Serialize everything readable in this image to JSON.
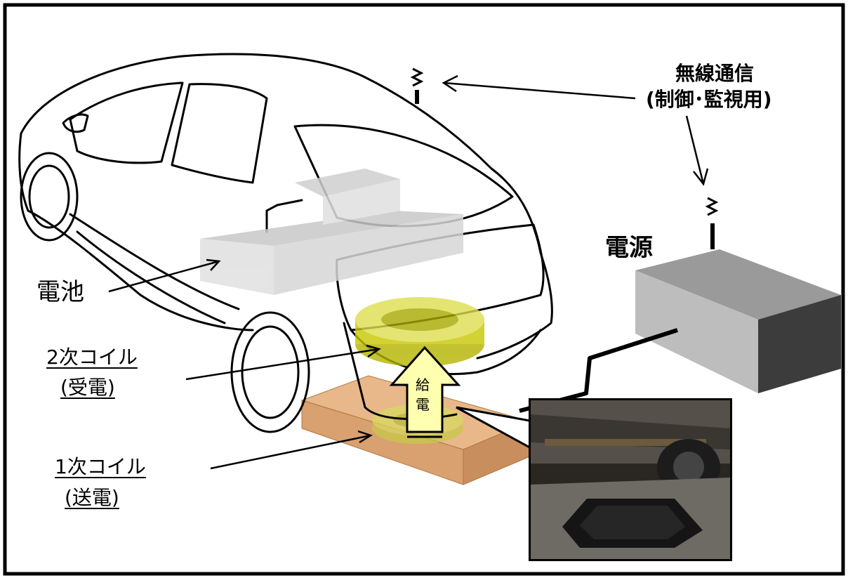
{
  "labels": {
    "wireless_line1": "無線通信",
    "wireless_line2": "(制御･監視用)",
    "power_source": "電源",
    "battery": "電池",
    "secondary_coil_line1": "2次コイル",
    "secondary_coil_line2": "(受電)",
    "primary_coil_line1": "1次コイル",
    "primary_coil_line2": "(送電)",
    "power_feed_char1": "給",
    "power_feed_char2": "電"
  },
  "colors": {
    "frame": "#000000",
    "coil": "#c8c800",
    "pad": "#e8b88a",
    "arrow_fill": "#ffffb0",
    "box_front": "#bdbdbd",
    "box_top": "#9a9a9a",
    "box_side": "#3c3c3c",
    "battery": "#d6d6d6"
  }
}
